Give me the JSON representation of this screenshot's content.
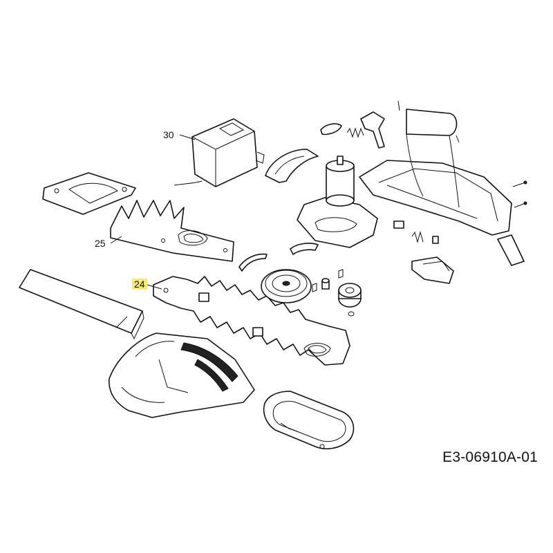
{
  "callouts": [
    {
      "id": "30",
      "highlighted": false
    },
    {
      "id": "25",
      "highlighted": false
    },
    {
      "id": "24",
      "highlighted": true
    }
  ],
  "doc_code": "E3-06910A-01",
  "colors": {
    "highlight": "#f7ea7a",
    "line": "#111111",
    "background": "#ffffff"
  }
}
